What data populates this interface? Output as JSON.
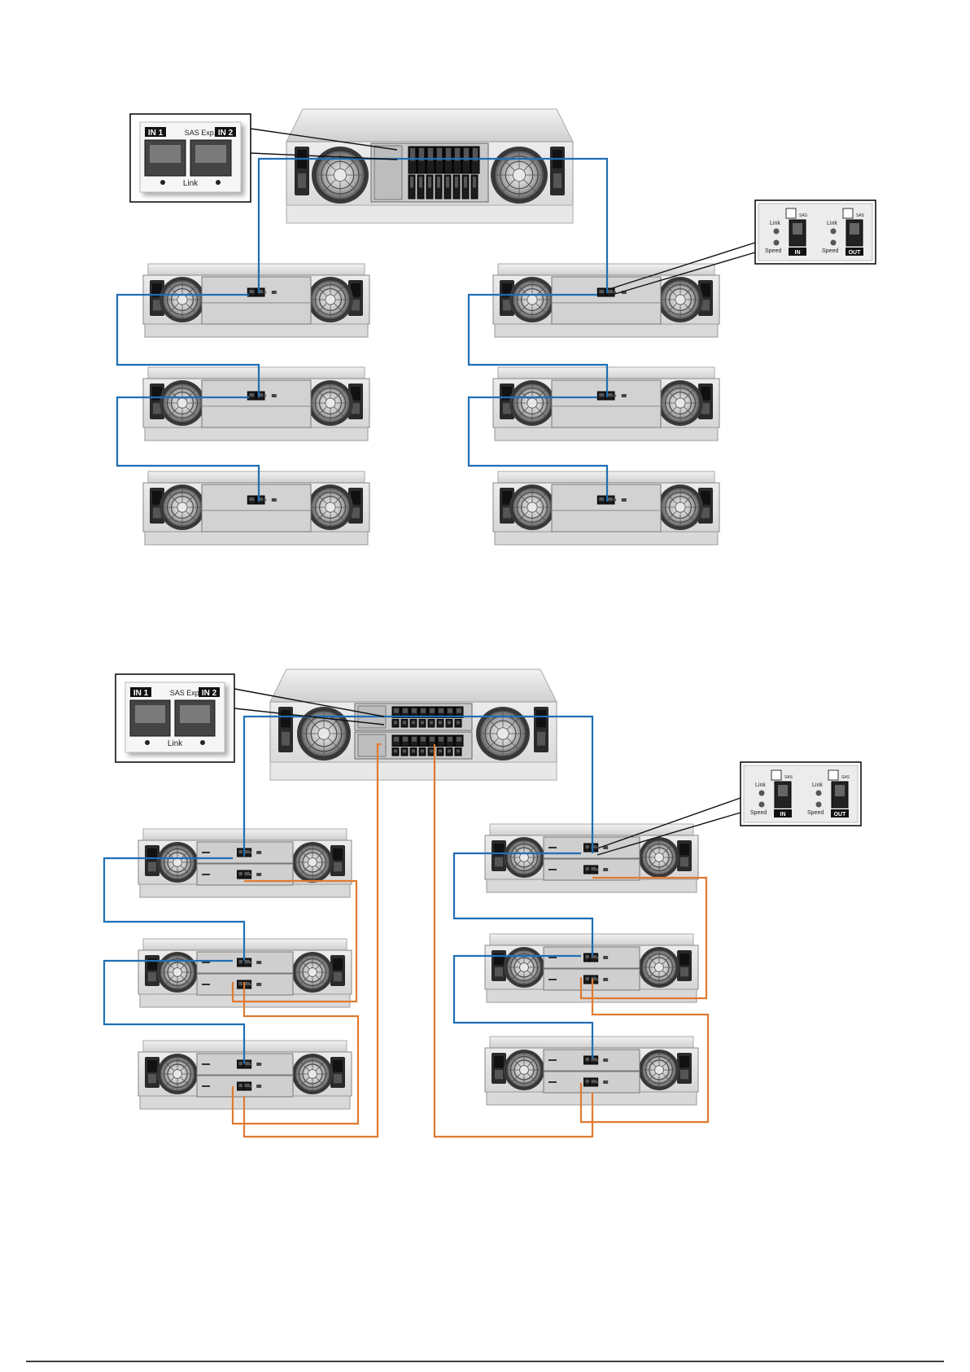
{
  "colors": {
    "path_a": "#1f6fb5",
    "path_b": "#e07a30",
    "chassis": "#e4e4e4",
    "panel": "#c8c8c8",
    "leader": "#111111"
  },
  "icons": {
    "fan": "fan-icon",
    "power": "power-supply-icon",
    "port": "sas-port-icon",
    "led": "led-icon"
  },
  "callouts": {
    "controller_ports": {
      "in1": "IN 1",
      "in2": "IN 2",
      "sas_exp": "SAS Exp.",
      "link": "Link"
    },
    "jbod_ports": {
      "link_left": "Link",
      "speed_left": "Speed",
      "link_right": "Link",
      "speed_right": "Speed",
      "in": "IN",
      "out": "OUT",
      "sas": "SAS"
    }
  },
  "footer": {
    "page_number": ""
  }
}
